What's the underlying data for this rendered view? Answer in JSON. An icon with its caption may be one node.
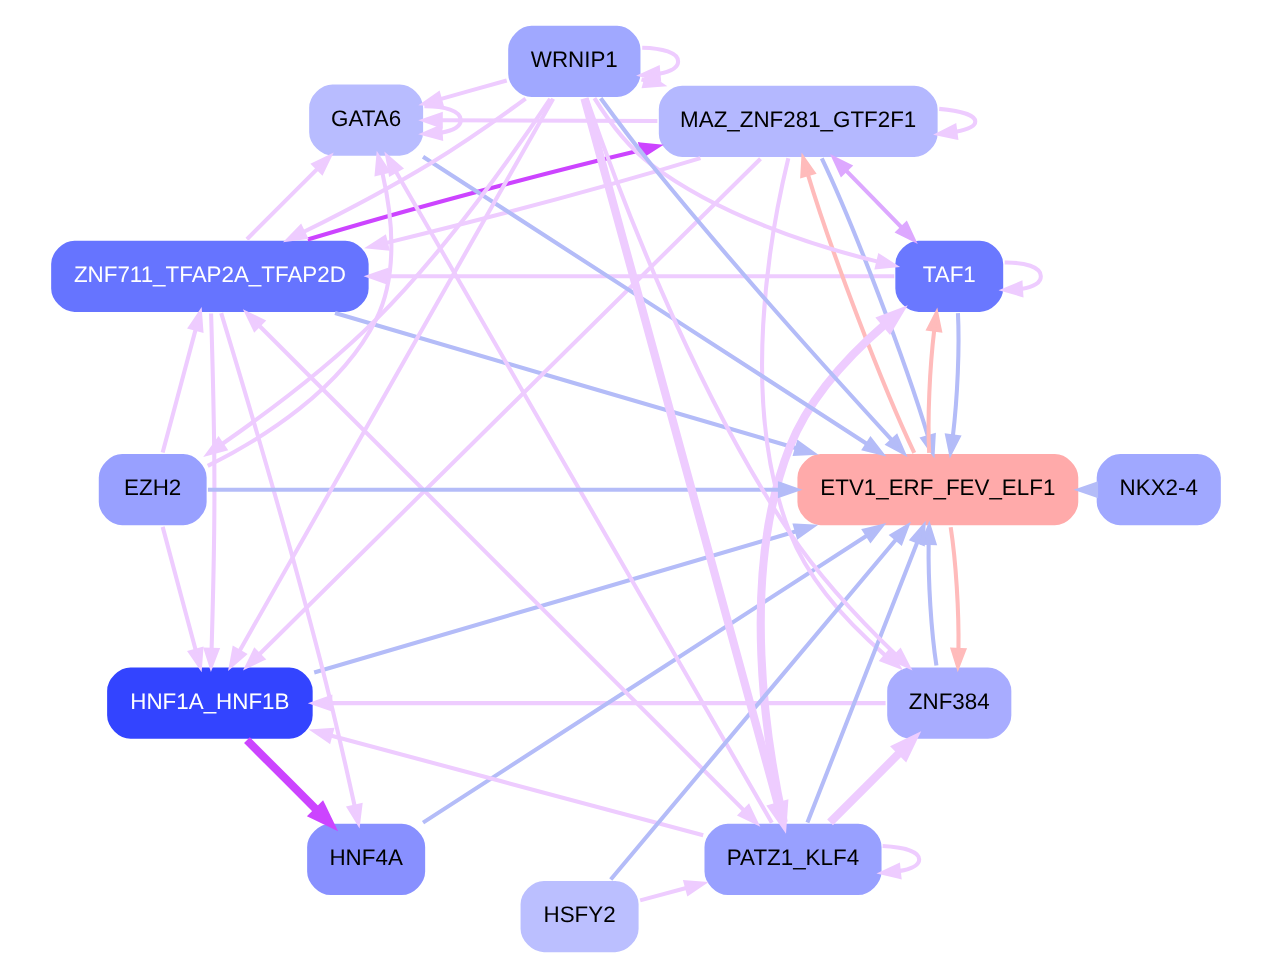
{
  "diagram": {
    "nodes": [
      {
        "text": [
          "HNF1A_HNF1B"
        ]
      },
      {
        "text": [
          "ZNF384"
        ]
      },
      {
        "text": [
          "HNF4A"
        ]
      },
      {
        "text": [
          "TAF1"
        ]
      },
      {
        "text": [
          "ZNF711_TFAP2A_TFAP2D"
        ]
      },
      {
        "text": [
          "MAZ_ZNF281_GTF2F1"
        ]
      },
      {
        "text": [
          "ETV1_ERF_FEV_ELF1"
        ]
      },
      {
        "text": [
          "PATZ1_KLF4"
        ]
      },
      {
        "text": [
          "HSFY2"
        ]
      },
      {
        "text": [
          "GATA6"
        ]
      },
      {
        "text": [
          "NKX2-4"
        ]
      },
      {
        "text": [
          "EZH2"
        ]
      },
      {
        "text": [
          "WRNIP1"
        ]
      }
    ],
    "edges": [
      {
        "from": 0,
        "to": 6,
        "arrow": "to",
        "color": "#b4bcf8"
      },
      {
        "from": 2,
        "to": 6,
        "arrow": "to",
        "color": "#b4bcf8"
      },
      {
        "from": 1,
        "to": 6,
        "arrow": "to",
        "color": "#b4bcf8"
      },
      {
        "from": 3,
        "to": 6,
        "arrow": "to",
        "color": "#b4bcf8"
      },
      {
        "from": 4,
        "to": 6,
        "arrow": "to",
        "color": "#b4bcf8"
      },
      {
        "from": 5,
        "to": 6,
        "arrow": "to",
        "color": "#b4bcf8"
      },
      {
        "from": 7,
        "to": 6,
        "arrow": "to",
        "color": "#b4bcf8"
      },
      {
        "from": 8,
        "to": 6,
        "arrow": "to",
        "color": "#b4bcf8"
      },
      {
        "from": 9,
        "to": 6,
        "arrow": "to",
        "color": "#b4bcf8"
      },
      {
        "from": 11,
        "to": 6,
        "arrow": "to",
        "color": "#b4bcf8"
      },
      {
        "from": 12,
        "to": 6,
        "arrow": "to",
        "color": "#b4bcf8"
      },
      {
        "from": 10,
        "to": 6,
        "arrow": "to",
        "color": "#b4bcf8"
      },
      {
        "from": 6,
        "to": 1,
        "arrow": "to",
        "color": "#ffbbbb"
      },
      {
        "from": 6,
        "to": 3,
        "arrow": "to",
        "color": "#ffbbbb"
      },
      {
        "from": 6,
        "to": 5,
        "arrow": "to",
        "color": "#ffbbbb"
      },
      {
        "from": 0,
        "to": 2,
        "arrow": "to",
        "style": "thick",
        "color": "#cc44ff"
      },
      {
        "from": 4,
        "to": 5,
        "arrow": "to",
        "color": "#cc44ff"
      },
      {
        "from": 1,
        "to": 0,
        "arrow": "to"
      },
      {
        "from": 4,
        "to": 2,
        "arrow": "to"
      },
      {
        "from": 4,
        "to": 0,
        "arrow": "to"
      },
      {
        "from": 3,
        "to": 4,
        "arrow": "to"
      },
      {
        "from": 3,
        "to": 3,
        "arrow": "to"
      },
      {
        "from": 5,
        "to": 5,
        "arrow": "to"
      },
      {
        "from": 3,
        "to": 5,
        "arrow": "both",
        "color": "#dda8ff"
      },
      {
        "from": 5,
        "to": 0,
        "arrow": "to"
      },
      {
        "from": 5,
        "to": 1,
        "arrow": "to"
      },
      {
        "from": 5,
        "to": 4,
        "arrow": "to"
      },
      {
        "from": 4,
        "to": 7,
        "arrow": "both"
      },
      {
        "from": 7,
        "to": 9,
        "arrow": "to"
      },
      {
        "from": 7,
        "to": 7,
        "arrow": "to"
      },
      {
        "from": 7,
        "to": 1,
        "arrow": "to",
        "style": "thick"
      },
      {
        "from": 7,
        "to": 0,
        "arrow": "to"
      },
      {
        "from": 7,
        "to": 3,
        "arrow": "to",
        "style": "thick"
      },
      {
        "from": 4,
        "to": 9,
        "arrow": "to"
      },
      {
        "from": 11,
        "to": 9,
        "arrow": "to"
      },
      {
        "from": 9,
        "to": 9,
        "arrow": "to"
      },
      {
        "from": 11,
        "to": 4,
        "arrow": "to"
      },
      {
        "from": 11,
        "to": 0,
        "arrow": "to"
      },
      {
        "from": 5,
        "to": 9,
        "arrow": "to"
      },
      {
        "from": 8,
        "to": 7,
        "arrow": "to"
      },
      {
        "from": 12,
        "to": 11,
        "arrow": "to"
      },
      {
        "from": 12,
        "to": 12,
        "arrow": "to"
      },
      {
        "from": 12,
        "to": 9,
        "arrow": "to"
      },
      {
        "from": 12,
        "to": 7,
        "arrow": "to",
        "style": "thick"
      },
      {
        "from": 12,
        "to": 4,
        "arrow": "to"
      },
      {
        "from": 12,
        "to": 0,
        "arrow": "to"
      },
      {
        "from": 12,
        "to": 1,
        "arrow": "to"
      },
      {
        "from": 12,
        "to": 3,
        "arrow": "to"
      },
      {
        "from": 12,
        "to": 5,
        "arrow": "to"
      }
    ]
  }
}
